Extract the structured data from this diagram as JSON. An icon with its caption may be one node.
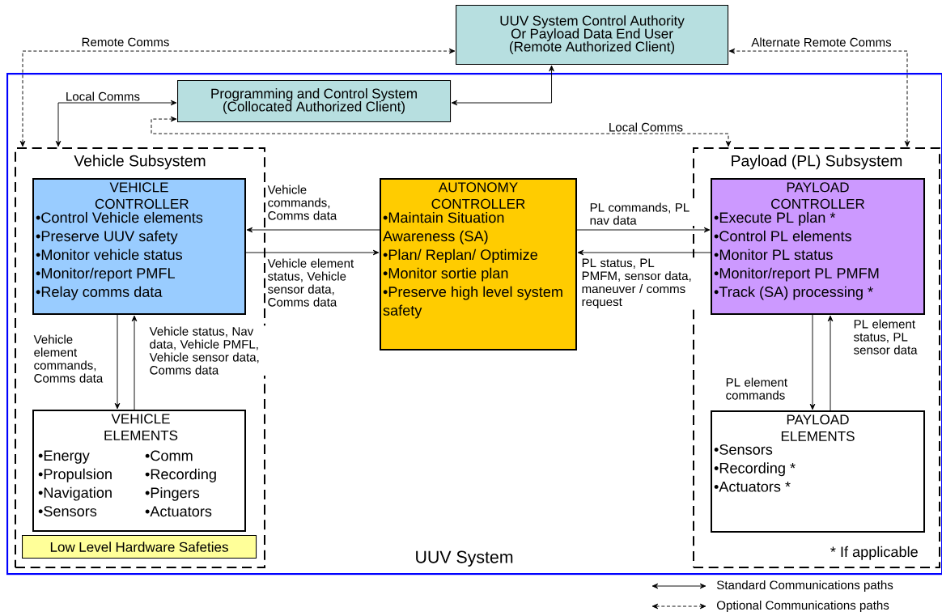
{
  "diagram": {
    "nodes": [
      {
        "text": [
          "UUV System Control Authority Or Payload Data End User (Remote Authorized Client)"
        ]
      },
      {
        "text": [
          "UUV System"
        ]
      },
      {
        "text": [
          "Programming and Control System (Collocated Authorized Client)"
        ],
        "in": 1
      },
      {
        "text": [
          "Vehicle Subsystem"
        ],
        "in": 1
      },
      {
        "text": [
          "VEHICLE CONTROLLER",
          "•Control Vehicle elements",
          "•Preserve UUV safety",
          "•Monitor vehicle status",
          "•Monitor/report PMFL",
          "•Relay comms data"
        ],
        "in": 3
      },
      {
        "text": [
          "VEHICLE ELEMENTS",
          "•Energy",
          "•Propulsion",
          "•Navigation",
          "•Sensors",
          "•Comm",
          "•Recording",
          "•Pingers",
          "•Actuators"
        ],
        "in": 3
      },
      {
        "text": [
          "Low Level Hardware Safeties"
        ],
        "in": 3
      },
      {
        "text": [
          "AUTONOMY CONTROLLER",
          "•Maintain Situation Awareness (SA)",
          "•Plan/ Replan/ Optimize",
          "•Monitor sortie plan",
          "•Preserve high level system safety"
        ],
        "in": 1
      },
      {
        "text": [
          "Payload (PL) Subsystem"
        ],
        "in": 1
      },
      {
        "text": [
          "PAYLOAD CONTROLLER",
          "•Execute PL plan *",
          "•Control PL elements",
          "•Monitor PL status",
          "•Monitor/report PL PMFM",
          "•Track (SA) processing *"
        ],
        "in": 8
      },
      {
        "text": [
          "PAYLOAD ELEMENTS",
          "•Sensors",
          "•Recording *",
          "•Actuators *"
        ],
        "in": 8
      }
    ],
    "edges": [
      {
        "from": 3,
        "to": 0,
        "arrow": "both",
        "style": "dashed",
        "label": "Remote Comms"
      },
      {
        "from": 8,
        "to": 0,
        "arrow": "both",
        "style": "dashed",
        "label": "Alternate Remote Comms"
      },
      {
        "from": 3,
        "to": 2,
        "arrow": "both",
        "label": "Local Comms"
      },
      {
        "from": 2,
        "to": 0,
        "arrow": "both"
      },
      {
        "from": 2,
        "to": 8,
        "arrow": "both",
        "style": "dashed",
        "label": "Local Comms"
      },
      {
        "from": 7,
        "to": 4,
        "arrow": "to",
        "label": "Vehicle commands, Comms data"
      },
      {
        "from": 4,
        "to": 7,
        "arrow": "to",
        "label": "Vehicle element status, Vehicle sensor data, Comms data"
      },
      {
        "from": 7,
        "to": 9,
        "arrow": "to",
        "label": "PL commands, PL nav data"
      },
      {
        "from": 9,
        "to": 7,
        "arrow": "to",
        "label": "PL status, PL PMFM, sensor data, maneuver / comms request"
      },
      {
        "from": 4,
        "to": 5,
        "arrow": "to",
        "label": "Vehicle element commands, Comms data"
      },
      {
        "from": 5,
        "to": 4,
        "arrow": "to",
        "label": "Vehicle status, Nav data, Vehicle PMFL, Vehicle sensor data, Comms data"
      },
      {
        "from": 9,
        "to": 10,
        "arrow": "to",
        "label": "PL element commands"
      },
      {
        "from": 10,
        "to": 9,
        "arrow": "to",
        "label": "PL element status, PL sensor data"
      }
    ],
    "labels": [
      "* If applicable"
    ],
    "legend": [
      {
        "text": "Standard Communications paths"
      },
      {
        "text": "Optional Communications paths"
      }
    ]
  }
}
